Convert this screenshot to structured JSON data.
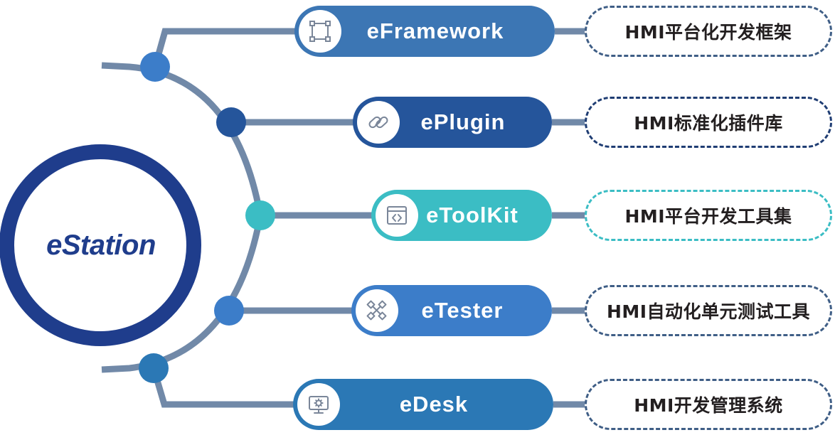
{
  "diagram": {
    "title": "eStation",
    "hub": {
      "label": "eStation",
      "ring_color": "#1F3D8C",
      "text_color": "#1F3D8C"
    },
    "connector_color": "#7189A8",
    "branches": [
      {
        "name": "eFramework",
        "icon": "artboard-frame-icon",
        "pill_color": "#3C76B4",
        "node_color": "#3C7DC9",
        "description": "HMI平台化开发框架",
        "desc_border_color": "#3F5E86",
        "desc_border_style": "dashed"
      },
      {
        "name": "ePlugin",
        "icon": "chain-link-icon",
        "pill_color": "#25559B",
        "node_color": "#25559B",
        "description": "HMI标准化插件库",
        "desc_border_color": "#1F3D73",
        "desc_border_style": "dashed"
      },
      {
        "name": "eToolKit",
        "icon": "code-window-icon",
        "pill_color": "#3BBDC4",
        "node_color": "#3BBDC4",
        "description": "HMI平台开发工具集",
        "desc_border_color": "#3BBDC4",
        "desc_border_style": "dashed"
      },
      {
        "name": "eTester",
        "icon": "node-network-icon",
        "pill_color": "#3C7DC9",
        "node_color": "#3C7DC9",
        "description": "HMI自动化单元测试工具",
        "desc_border_color": "#3F5E86",
        "desc_border_style": "dashed"
      },
      {
        "name": "eDesk",
        "icon": "monitor-gear-icon",
        "pill_color": "#2B78B5",
        "node_color": "#2B78B5",
        "description": "HMI开发管理系统",
        "desc_border_color": "#3F5E86",
        "desc_border_style": "dashed"
      }
    ]
  }
}
